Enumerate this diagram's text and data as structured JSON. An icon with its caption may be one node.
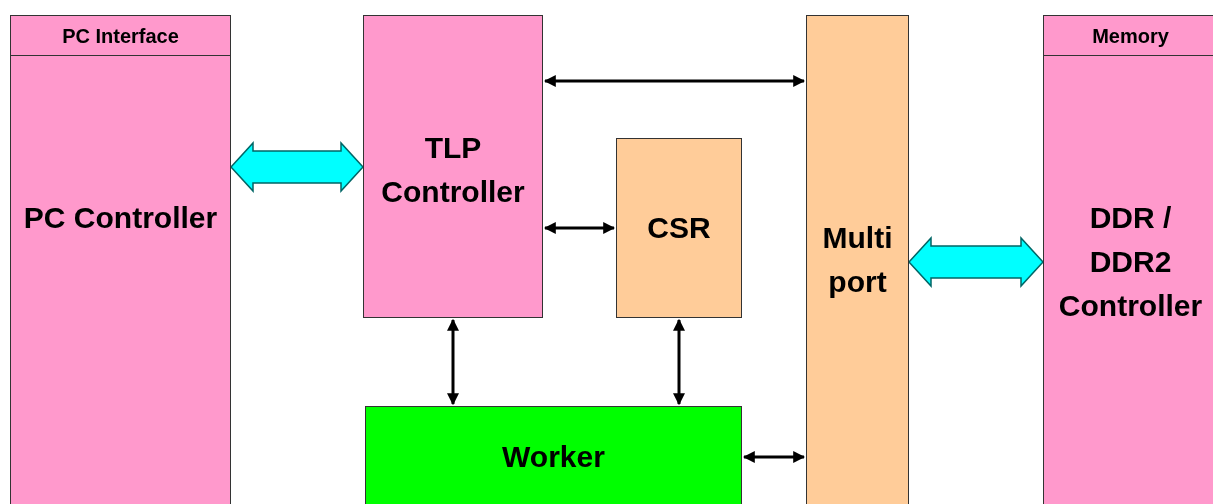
{
  "diagram": {
    "nodes": [
      {
        "text": [
          "PC Interface",
          "PC Controller"
        ]
      },
      {
        "text": [
          "TLP Controller"
        ]
      },
      {
        "text": [
          "Multi port"
        ]
      },
      {
        "text": [
          "Memory",
          "DDR / DDR2 Controller"
        ]
      },
      {
        "text": [
          "CSR"
        ]
      },
      {
        "text": [
          "Worker"
        ]
      }
    ],
    "edges": [
      {
        "from": 0,
        "to": 1,
        "arrow": "both",
        "style": "thick",
        "color": "#00ffff"
      },
      {
        "from": 1,
        "to": 2,
        "arrow": "both"
      },
      {
        "from": 1,
        "to": 4,
        "arrow": "both"
      },
      {
        "from": 1,
        "to": 5,
        "arrow": "both"
      },
      {
        "from": 4,
        "to": 5,
        "arrow": "both"
      },
      {
        "from": 5,
        "to": 2,
        "arrow": "both"
      },
      {
        "from": 2,
        "to": 3,
        "arrow": "both",
        "style": "thick",
        "color": "#00ffff"
      }
    ]
  }
}
